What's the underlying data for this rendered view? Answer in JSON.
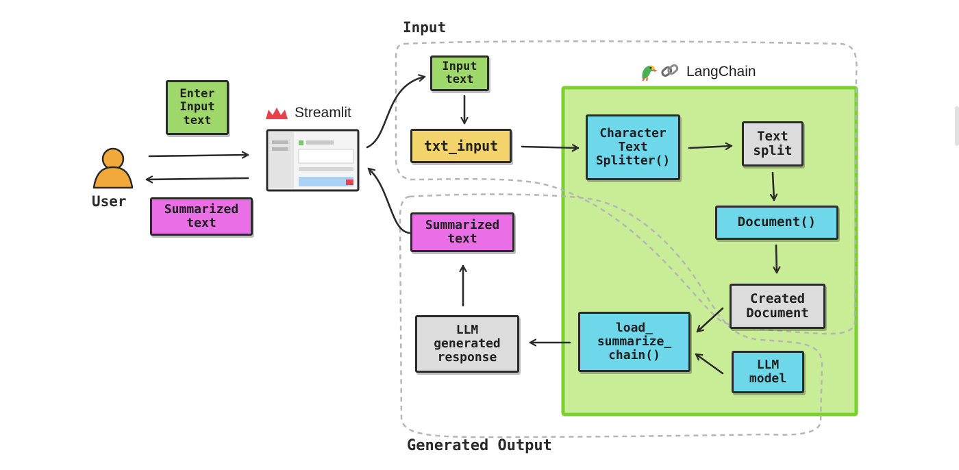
{
  "labels": {
    "input_region": "Input",
    "generated_output_region": "Generated Output",
    "user": "User",
    "streamlit": "Streamlit",
    "langchain": "LangChain"
  },
  "boxes": {
    "enter_input_text": "Enter\nInput\ntext",
    "summarized_text_left": "Summarized\ntext",
    "input_text": "Input\ntext",
    "txt_input": "txt_input",
    "summarized_text_out": "Summarized\ntext",
    "llm_generated_response": "LLM\ngenerated\nresponse",
    "character_text_splitter": "Character\nText\nSplitter()",
    "text_split": "Text\nsplit",
    "document": "Document()",
    "created_document": "Created\nDocument",
    "load_summarize_chain": "load_\nsummarize_\nchain()",
    "llm_model": "LLM\nmodel"
  },
  "icons": {
    "user": "person-icon",
    "streamlit": "crown-icon",
    "streamlit_app": "app-window-icon",
    "langchain": "parrot-link-icon"
  },
  "colors": {
    "langchain_panel": "#c9ec96",
    "langchain_border": "#7ad12e",
    "green_box": "#9fd86a",
    "pink_box": "#ea6ee6",
    "yellow_box": "#f3d36b",
    "cyan_box": "#6fd7ea",
    "grey_box": "#dcdcdc",
    "user_fill": "#f2a93b",
    "streamlit_crown": "#e8404f"
  }
}
